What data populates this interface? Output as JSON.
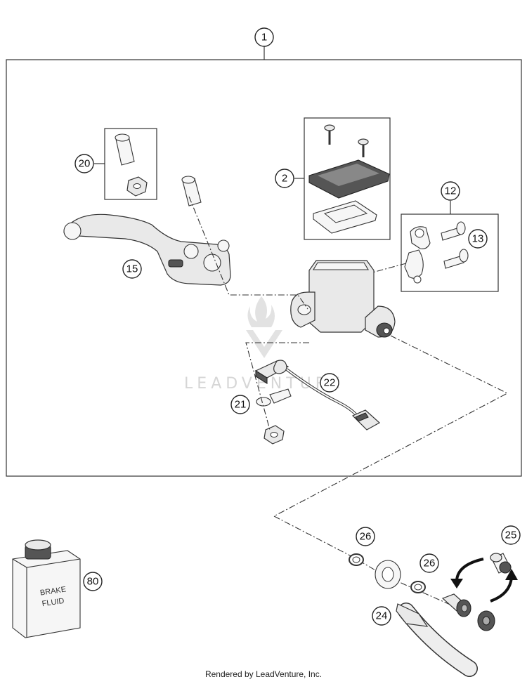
{
  "callouts": {
    "c1": "1",
    "c2": "2",
    "c12": "12",
    "c13": "13",
    "c15": "15",
    "c20": "20",
    "c21": "21",
    "c22": "22",
    "c24": "24",
    "c25": "25",
    "c26a": "26",
    "c26b": "26",
    "c80": "80"
  },
  "can_label": {
    "line1": "BRAKE",
    "line2": "FLUID"
  },
  "watermark": "LEADVENTURE",
  "footer": "Rendered by LeadVenture, Inc."
}
